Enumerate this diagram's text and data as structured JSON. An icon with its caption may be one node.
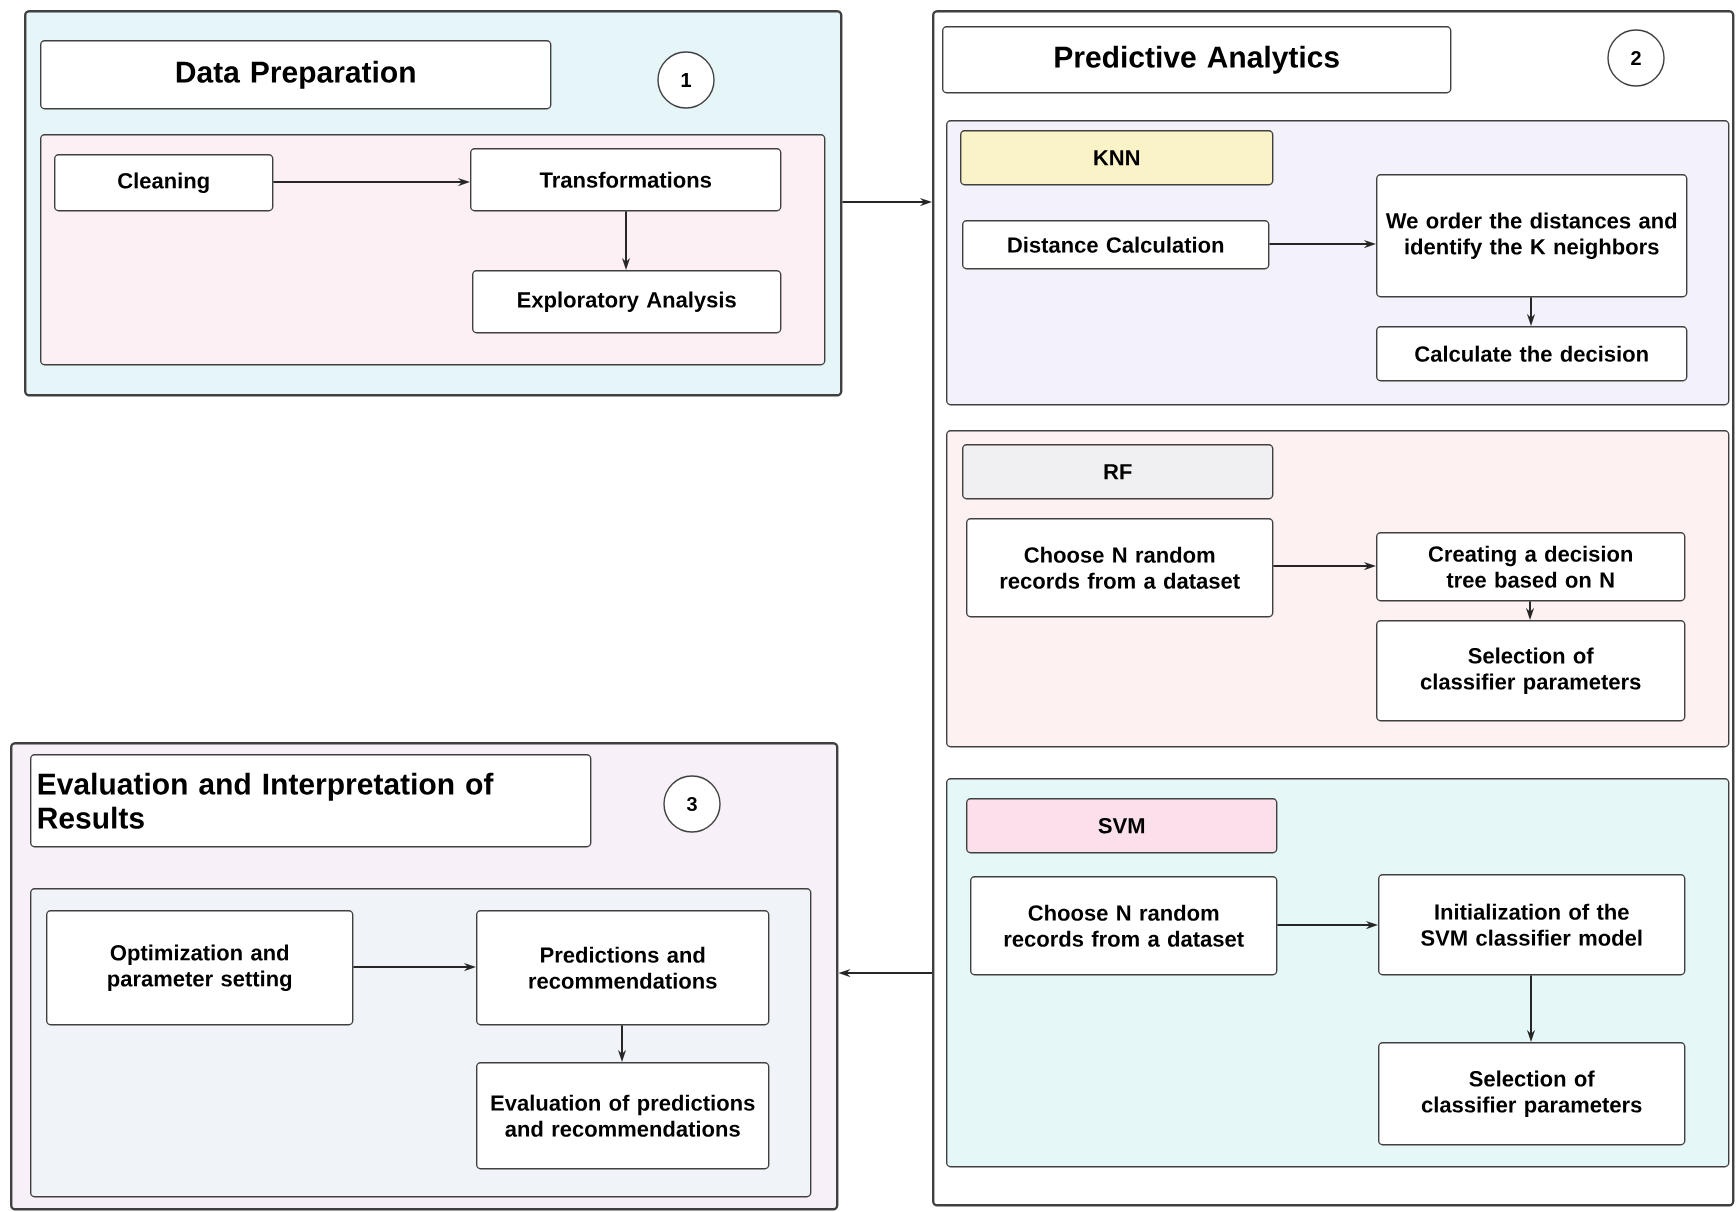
{
  "diagram": {
    "nodes": [
      {
        "text": [],
        "shape": "box"
      },
      {
        "text": [
          "Data Preparation"
        ],
        "in": 0
      },
      {
        "text": [
          "1"
        ],
        "in": 0
      },
      {
        "text": [],
        "shape": "box",
        "in": 0
      },
      {
        "text": [
          "Cleaning"
        ],
        "in": 3
      },
      {
        "text": [
          "Transformations"
        ],
        "in": 3
      },
      {
        "text": [
          "Exploratory Analysis"
        ],
        "in": 3
      },
      {
        "text": [],
        "shape": "box"
      },
      {
        "text": [
          "Predictive Analytics"
        ],
        "in": 7
      },
      {
        "text": [
          "2"
        ],
        "in": 7
      },
      {
        "text": [],
        "shape": "box",
        "in": 7
      },
      {
        "text": [
          "KNN"
        ],
        "in": 10
      },
      {
        "text": [
          "Distance Calculation"
        ],
        "in": 10
      },
      {
        "text": [
          "We order the distances and identify the K neighbors"
        ],
        "in": 10
      },
      {
        "text": [
          "Calculate the decision"
        ],
        "in": 10
      },
      {
        "text": [],
        "shape": "box",
        "in": 7
      },
      {
        "text": [
          "RF"
        ],
        "in": 15
      },
      {
        "text": [
          "Choose N random records from a dataset"
        ],
        "in": 15
      },
      {
        "text": [
          "Creating a decision tree based on N"
        ],
        "in": 15
      },
      {
        "text": [
          "Selection of classifier parameters"
        ],
        "in": 15
      },
      {
        "text": [],
        "shape": "box",
        "in": 7
      },
      {
        "text": [
          "SVM"
        ],
        "in": 20
      },
      {
        "text": [
          "Choose N random records from a dataset"
        ],
        "in": 20
      },
      {
        "text": [
          "Initialization of the SVM classifier model"
        ],
        "in": 20
      },
      {
        "text": [
          "Selection of classifier parameters"
        ],
        "in": 20
      },
      {
        "text": [],
        "shape": "box"
      },
      {
        "text": [
          "Evaluation and Interpretation of Results"
        ],
        "in": 25
      },
      {
        "text": [
          "3"
        ],
        "in": 25
      },
      {
        "text": [],
        "shape": "box",
        "in": 25
      },
      {
        "text": [
          "Optimization and parameter setting"
        ],
        "in": 28
      },
      {
        "text": [
          "Predictions and recommendations"
        ],
        "in": 28
      },
      {
        "text": [
          "Evaluation of predictions and recommendations"
        ],
        "in": 28
      }
    ],
    "edges": [
      {
        "from": 0,
        "to": 7,
        "arrow": "to"
      },
      {
        "from": 4,
        "to": 5,
        "arrow": "to"
      },
      {
        "from": 5,
        "to": 6,
        "arrow": "to"
      },
      {
        "from": 12,
        "to": 13,
        "arrow": "to"
      },
      {
        "from": 13,
        "to": 14,
        "arrow": "to"
      },
      {
        "from": 17,
        "to": 18,
        "arrow": "to"
      },
      {
        "from": 18,
        "to": 19,
        "arrow": "to"
      },
      {
        "from": 22,
        "to": 23,
        "arrow": "to"
      },
      {
        "from": 23,
        "to": 24,
        "arrow": "to"
      },
      {
        "from": 7,
        "to": 25,
        "arrow": "to"
      },
      {
        "from": 29,
        "to": 30,
        "arrow": "to"
      },
      {
        "from": 30,
        "to": 31,
        "arrow": "to"
      }
    ]
  }
}
